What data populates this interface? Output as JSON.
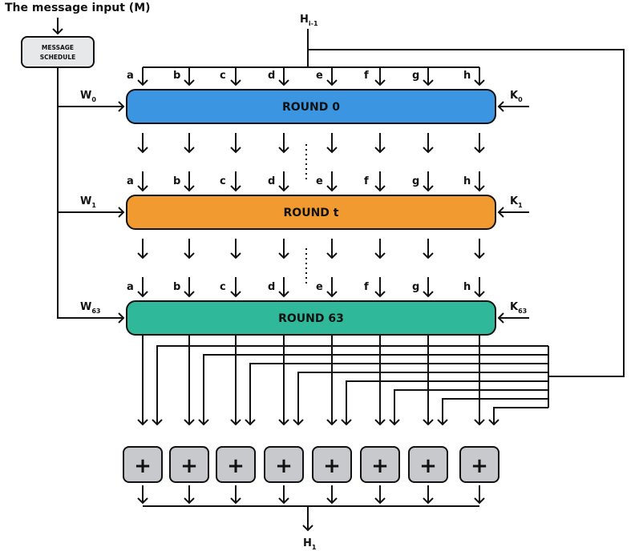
{
  "title": "The message input (M)",
  "message_schedule": {
    "line1": "MESSAGE",
    "line2": "SCHEDULE"
  },
  "hash_in": {
    "main": "H",
    "sub": "i-1"
  },
  "hash_out": {
    "main": "H",
    "sub": "1"
  },
  "registers": [
    "a",
    "b",
    "c",
    "d",
    "e",
    "f",
    "g",
    "h"
  ],
  "rounds": [
    {
      "label": "ROUND 0",
      "w_main": "W",
      "w_sub": "0",
      "k_main": "K",
      "k_sub": "0",
      "color": "#3b95e0"
    },
    {
      "label": "ROUND t",
      "w_main": "W",
      "w_sub": "1",
      "k_main": "K",
      "k_sub": "1",
      "color": "#f09a30"
    },
    {
      "label": "ROUND 63",
      "w_main": "W",
      "w_sub": "63",
      "k_main": "K",
      "k_sub": "63",
      "color": "#2fb99a"
    }
  ],
  "adder_symbol": "+",
  "colors": {
    "adder_fill": "#c7c9cc",
    "schedule_fill": "#e6e8ea"
  }
}
